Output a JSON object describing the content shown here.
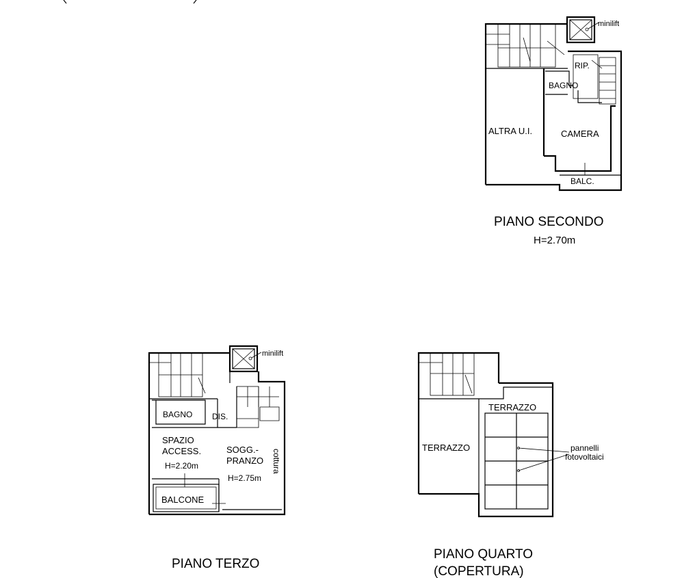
{
  "plans": {
    "second": {
      "title": "PIANO SECONDO",
      "height": "H=2.70m",
      "rooms": {
        "minilift": "minilift",
        "rip": "RIP.",
        "bagno": "BAGNO",
        "altra": "ALTRA U.I.",
        "camera": "CAMERA",
        "balc": "BALC."
      }
    },
    "third": {
      "title": "PIANO TERZO",
      "rooms": {
        "minilift": "minilift",
        "bagno": "BAGNO",
        "dis": "DIS.",
        "spazio": "SPAZIO",
        "access": "ACCESS.",
        "spazio_h": "H=2.20m",
        "sogg": "SOGG.-",
        "pranzo": "PRANZO",
        "sogg_h": "H=2.75m",
        "cottura": "cottura",
        "balcone": "BALCONE"
      }
    },
    "fourth": {
      "title_line1": "PIANO QUARTO",
      "title_line2": "(COPERTURA)",
      "rooms": {
        "terrazzo_left": "TERRAZZO",
        "terrazzo_right": "TERRAZZO",
        "pannelli": "pannelli",
        "fotovoltaici": "fotovoltaici"
      }
    }
  }
}
